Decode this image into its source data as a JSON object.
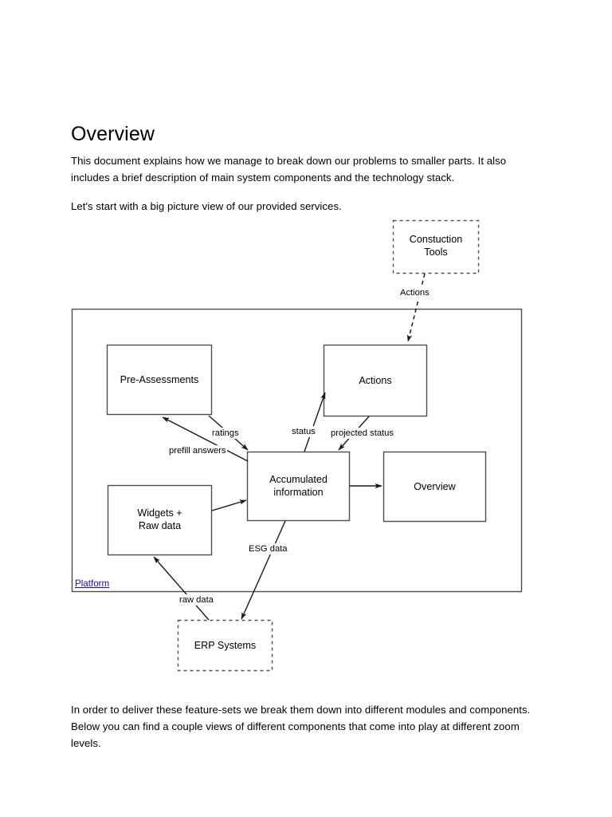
{
  "document": {
    "title": "Overview",
    "paragraphs": [
      "This document explains how we manage to break down our problems to smaller parts. It also includes a brief description of main system components and the technology stack.",
      "Let's start with a big picture view of our provided services.",
      "In order to deliver these feature-sets we break them down into different modules and components. Below you can find a couple views of different components that come into play at different zoom levels."
    ]
  },
  "diagram": {
    "container_label": "Platform",
    "nodes": {
      "construction_tools": {
        "label_line1": "Constuction",
        "label_line2": "Tools",
        "style": "dashed"
      },
      "pre_assessments": {
        "label": "Pre-Assessments",
        "style": "solid"
      },
      "actions": {
        "label": "Actions",
        "style": "solid"
      },
      "accumulated_information": {
        "label_line1": "Accumulated",
        "label_line2": "information",
        "style": "solid"
      },
      "overview": {
        "label": "Overview",
        "style": "solid"
      },
      "widgets_raw_data": {
        "label_line1": "Widgets +",
        "label_line2": "Raw data",
        "style": "solid"
      },
      "erp_systems": {
        "label": "ERP Systems",
        "style": "dashed"
      }
    },
    "edges": [
      {
        "id": "ct-actions",
        "label": "Actions",
        "from": "construction_tools",
        "to": "actions",
        "style": "dashed"
      },
      {
        "id": "ratings",
        "label": "ratings",
        "from": "pre_assessments",
        "to": "accumulated_information",
        "style": "solid"
      },
      {
        "id": "prefill-answers",
        "label": "prefill answers",
        "from": "accumulated_information",
        "to": "pre_assessments",
        "style": "solid"
      },
      {
        "id": "status",
        "label": "status",
        "from": "accumulated_information",
        "to": "actions",
        "style": "solid"
      },
      {
        "id": "projected-status",
        "label": "projected status",
        "from": "actions",
        "to": "accumulated_information",
        "style": "solid"
      },
      {
        "id": "acc-overview",
        "label": "",
        "from": "accumulated_information",
        "to": "overview",
        "style": "solid"
      },
      {
        "id": "widgets-acc",
        "label": "",
        "from": "widgets_raw_data",
        "to": "accumulated_information",
        "style": "solid"
      },
      {
        "id": "esg-data",
        "label": "ESG data",
        "from": "accumulated_information",
        "to": "erp_systems",
        "style": "solid"
      },
      {
        "id": "raw-data",
        "label": "raw data",
        "from": "erp_systems",
        "to": "widgets_raw_data",
        "style": "solid"
      }
    ]
  },
  "colors": {
    "link": "#1a0dab",
    "stroke": "#4d4d4d",
    "text": "#000000",
    "background": "#ffffff"
  }
}
